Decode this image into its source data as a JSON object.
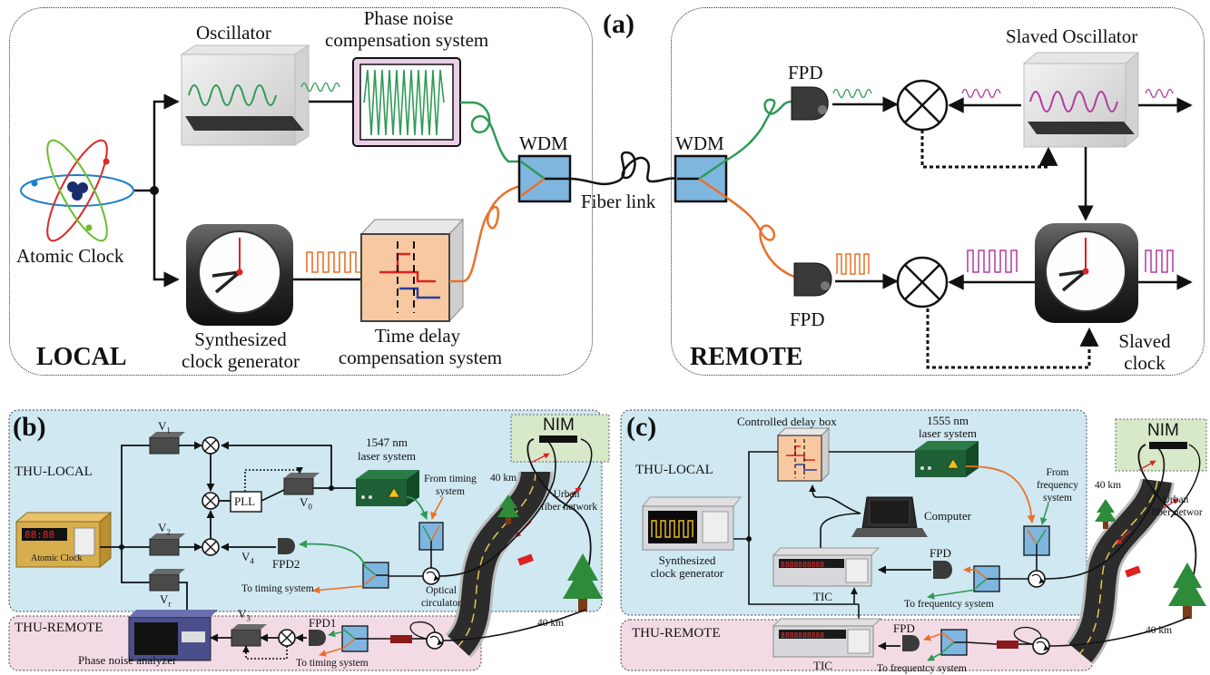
{
  "panel_a": {
    "tag": "(a)",
    "local_title": "LOCAL",
    "remote_title": "REMOTE",
    "oscillator": "Oscillator",
    "phase_noise_line1": "Phase noise",
    "phase_noise_line2": "compensation system",
    "atomic_clock": "Atomic Clock",
    "synth_line1": "Synthesized",
    "synth_line2": "clock generator",
    "time_delay_line1": "Time delay",
    "time_delay_line2": "compensation system",
    "wdm_left": "WDM",
    "wdm_right": "WDM",
    "fiber_link": "Fiber link",
    "fpd_top": "FPD",
    "fpd_bottom": "FPD",
    "slaved_oscillator": "Slaved Oscillator",
    "slaved_clock_line1": "Slaved",
    "slaved_clock_line2": "clock"
  },
  "panel_b": {
    "tag": "(b)",
    "thu_local": "THU-LOCAL",
    "thu_remote": "THU-REMOTE",
    "v1": "V",
    "v1_sub": "1",
    "v2": "V",
    "v2_sub": "2",
    "vr": "V",
    "vr_sub": "r",
    "v0": "V",
    "v0_sub": "0",
    "v3": "V",
    "v3_sub": "3",
    "v4": "V",
    "v4_sub": "4",
    "pll": "PLL",
    "laser_line1": "1547 nm",
    "laser_line2": "laser system",
    "from_timing_line1": "From timing",
    "from_timing_line2": "system",
    "atomic_clock": "Atomic Clock",
    "fpd2": "FPD2",
    "fpd1": "FPD1",
    "to_timing_1": "To timing system",
    "to_timing_2": "To timing system",
    "circulator_line1": "Optical",
    "circulator_line2": "circulator",
    "phase_noise_analyzer": "Phase noise analyzer",
    "nim": "NIM",
    "km_top": "40 km",
    "km_bottom": "40 km",
    "urban_line1": "Urban",
    "urban_line2": "fiber network"
  },
  "panel_c": {
    "tag": "(c)",
    "thu_local": "THU-LOCAL",
    "thu_remote": "THU-REMOTE",
    "delay_box": "Controlled delay box",
    "laser_line1": "1555 nm",
    "laser_line2": "laser system",
    "from_freq_line1": "From",
    "from_freq_line2": "frequency",
    "from_freq_line3": "system",
    "computer": "Computer",
    "synth_line1": "Synthesized",
    "synth_line2": "clock generator",
    "tic_local": "TIC",
    "tic_remote": "TIC",
    "fpd_local": "FPD",
    "fpd_remote": "FPD",
    "to_freq_1": "To frequentcy system",
    "to_freq_2": "To frequentcy system",
    "nim": "NIM",
    "km_top": "40 km",
    "km_bottom": "40 km",
    "urban_line1": "Urban",
    "urban_line2": "fiber networ"
  },
  "colors": {
    "green": "#2f9a55",
    "orange": "#e8712a",
    "magenta": "#b03aa0",
    "blue_panel": "#cfe8f2",
    "pink_panel": "#f3dbe6",
    "nim_bg": "#d7e9c8",
    "wdm_fill": "#7fb6e0"
  }
}
